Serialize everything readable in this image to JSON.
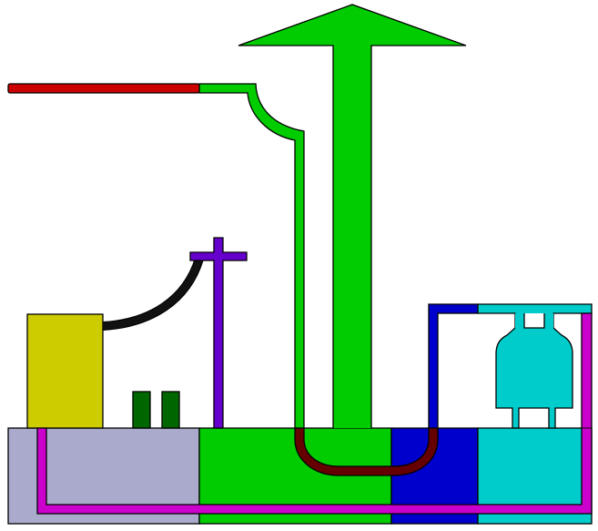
{
  "diagram": {
    "labels": [],
    "colors": {
      "background": "#ffffff",
      "outline": "#000000",
      "gray_block": "#aaaacc",
      "bright_green": "#00cc00",
      "blue": "#0000cc",
      "cyan": "#00cccc",
      "magenta": "#cc00cc",
      "red_bar": "#cc0000",
      "yellow_box": "#cccc00",
      "dark_green": "#006600",
      "purple": "#6600cc",
      "black_cable": "#111111",
      "dark_red_pipe": "#660000"
    },
    "components": [
      "gray-base-block",
      "green-base-block",
      "blue-base-block",
      "cyan-base-block",
      "green-up-arrow",
      "red-bar",
      "green-pipe",
      "yellow-box",
      "black-cable",
      "purple-post",
      "dark-green-posts",
      "blue-pipe",
      "cyan-vessel",
      "dark-red-u-pipe",
      "magenta-loop"
    ]
  }
}
